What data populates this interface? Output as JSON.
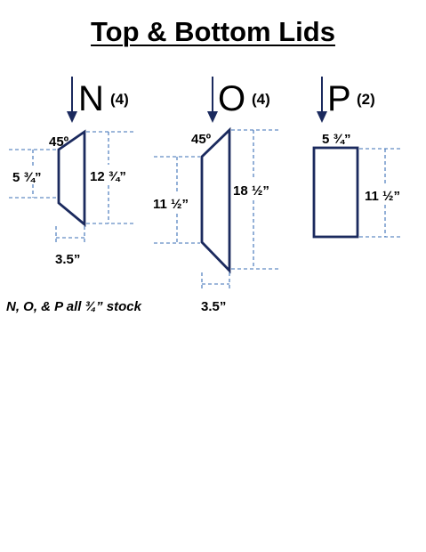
{
  "title": "Top & Bottom Lids",
  "pieces": {
    "n": {
      "letter": "N",
      "count": "(4)",
      "angle": "45º",
      "left_height": "5 ¾”",
      "right_height": "12 ¾”",
      "width": "3.5”"
    },
    "o": {
      "letter": "O",
      "count": "(4)",
      "angle": "45º",
      "left_height": "11 ½”",
      "right_height": "18 ½”",
      "width": "3.5”"
    },
    "p": {
      "letter": "P",
      "count": "(2)",
      "top_width": "5 ¾”",
      "right_height": "11 ½”"
    }
  },
  "note": "N, O, & P all ¾” stock",
  "colors": {
    "shape_stroke": "#1b2a5e",
    "dimension_line": "#3b6fb6"
  }
}
